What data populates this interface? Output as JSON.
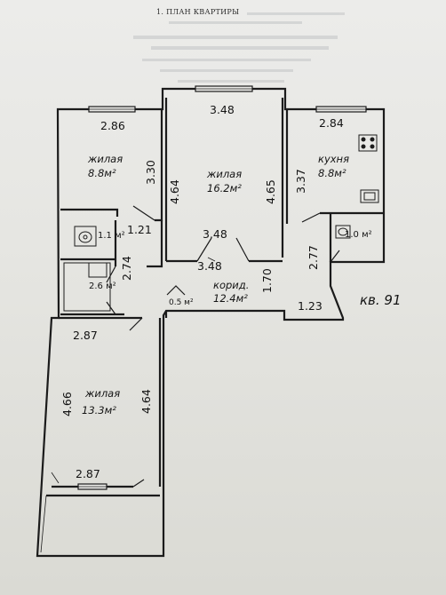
{
  "header": {
    "title": "1. ПЛАН КВАРТИРЫ"
  },
  "plan": {
    "apartment_label": "кв. 91",
    "rooms": [
      {
        "name": "жилая",
        "area": "8.8м²"
      },
      {
        "name": "жилая",
        "area": "16.2м²"
      },
      {
        "name": "кухня",
        "area": "8.8м²"
      },
      {
        "name": "",
        "area": "1.1 м²"
      },
      {
        "name": "",
        "area": "2.6 м²"
      },
      {
        "name": "",
        "area": "0.5 м²"
      },
      {
        "name": "",
        "area": "1.0 м²"
      },
      {
        "name": "корид.",
        "area": "12.4м²"
      },
      {
        "name": "жилая",
        "area": "13.3м²"
      }
    ],
    "dimensions": [
      "2.86",
      "3.48",
      "2.84",
      "3.30",
      "4.64",
      "4.65",
      "3.37",
      "1.21",
      "3.48",
      "3.48",
      "2.74",
      "1.70",
      "2.77",
      "1.23",
      "2.87",
      "4.66",
      "4.64",
      "2.87"
    ]
  },
  "colors": {
    "wall": "#1b1b1b",
    "paper": "#e9e9e6"
  }
}
